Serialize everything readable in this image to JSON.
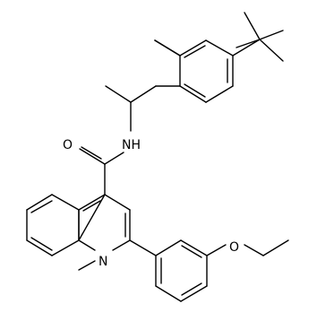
{
  "atoms": {
    "carbonyl_oxygen": "O",
    "amide_nitrogen": "NH",
    "quinoline_nitrogen": "N",
    "ether_oxygen": "O"
  },
  "colors": {
    "bond": "#000000",
    "background": "#ffffff"
  }
}
